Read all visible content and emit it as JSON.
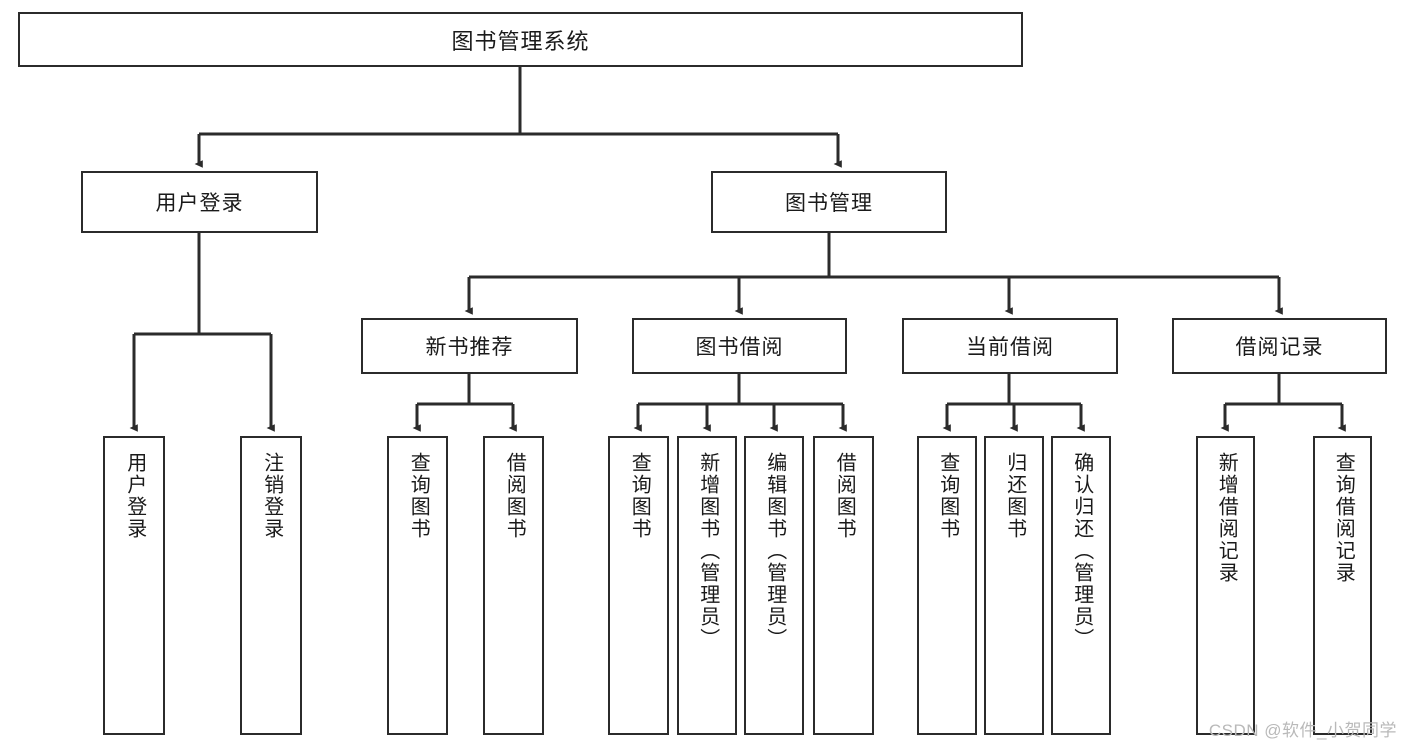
{
  "diagram": {
    "type": "tree-hierarchy-flowchart",
    "title": "图书管理系统",
    "watermark": "CSDN @软件_小贺同学",
    "colors": {
      "stroke": "#2b2b2b",
      "fill": "#ffffff",
      "text": "#1a1a1a",
      "watermark": "#b9b9b9"
    },
    "levels": [
      {
        "level": 1,
        "nodes": [
          {
            "id": "root",
            "label": "图书管理系统",
            "orientation": "horizontal"
          }
        ]
      },
      {
        "level": 2,
        "nodes": [
          {
            "id": "l2-1",
            "label": "用户登录",
            "orientation": "horizontal",
            "parent": "root"
          },
          {
            "id": "l2-2",
            "label": "图书管理",
            "orientation": "horizontal",
            "parent": "root"
          }
        ]
      },
      {
        "level": 3,
        "nodes": [
          {
            "id": "l3-1",
            "label": "新书推荐",
            "orientation": "horizontal",
            "parent": "l2-2"
          },
          {
            "id": "l3-2",
            "label": "图书借阅",
            "orientation": "horizontal",
            "parent": "l2-2"
          },
          {
            "id": "l3-3",
            "label": "当前借阅",
            "orientation": "horizontal",
            "parent": "l2-2"
          },
          {
            "id": "l3-4",
            "label": "借阅记录",
            "orientation": "horizontal",
            "parent": "l2-2"
          }
        ]
      },
      {
        "level": 4,
        "nodes": [
          {
            "id": "l4-1",
            "label": "用户登录",
            "orientation": "vertical",
            "parent": "l2-1"
          },
          {
            "id": "l4-2",
            "label": "注销登录",
            "orientation": "vertical",
            "parent": "l2-1"
          },
          {
            "id": "l4-3",
            "label": "查询图书",
            "orientation": "vertical",
            "parent": "l3-1"
          },
          {
            "id": "l4-4",
            "label": "借阅图书",
            "orientation": "vertical",
            "parent": "l3-1"
          },
          {
            "id": "l4-5",
            "label": "查询图书",
            "orientation": "vertical",
            "parent": "l3-2"
          },
          {
            "id": "l4-6",
            "label": "新增图书（管理员）",
            "orientation": "vertical",
            "parent": "l3-2"
          },
          {
            "id": "l4-7",
            "label": "编辑图书（管理员）",
            "orientation": "vertical",
            "parent": "l3-2"
          },
          {
            "id": "l4-8",
            "label": "借阅图书",
            "orientation": "vertical",
            "parent": "l3-2"
          },
          {
            "id": "l4-9",
            "label": "查询图书",
            "orientation": "vertical",
            "parent": "l3-3"
          },
          {
            "id": "l4-10",
            "label": "归还图书",
            "orientation": "vertical",
            "parent": "l3-3"
          },
          {
            "id": "l4-11",
            "label": "确认归还（管理员）",
            "orientation": "vertical",
            "parent": "l3-3"
          },
          {
            "id": "l4-12",
            "label": "新增借阅记录",
            "orientation": "vertical",
            "parent": "l3-4"
          },
          {
            "id": "l4-13",
            "label": "查询借阅记录",
            "orientation": "vertical",
            "parent": "l3-4"
          }
        ]
      }
    ]
  }
}
